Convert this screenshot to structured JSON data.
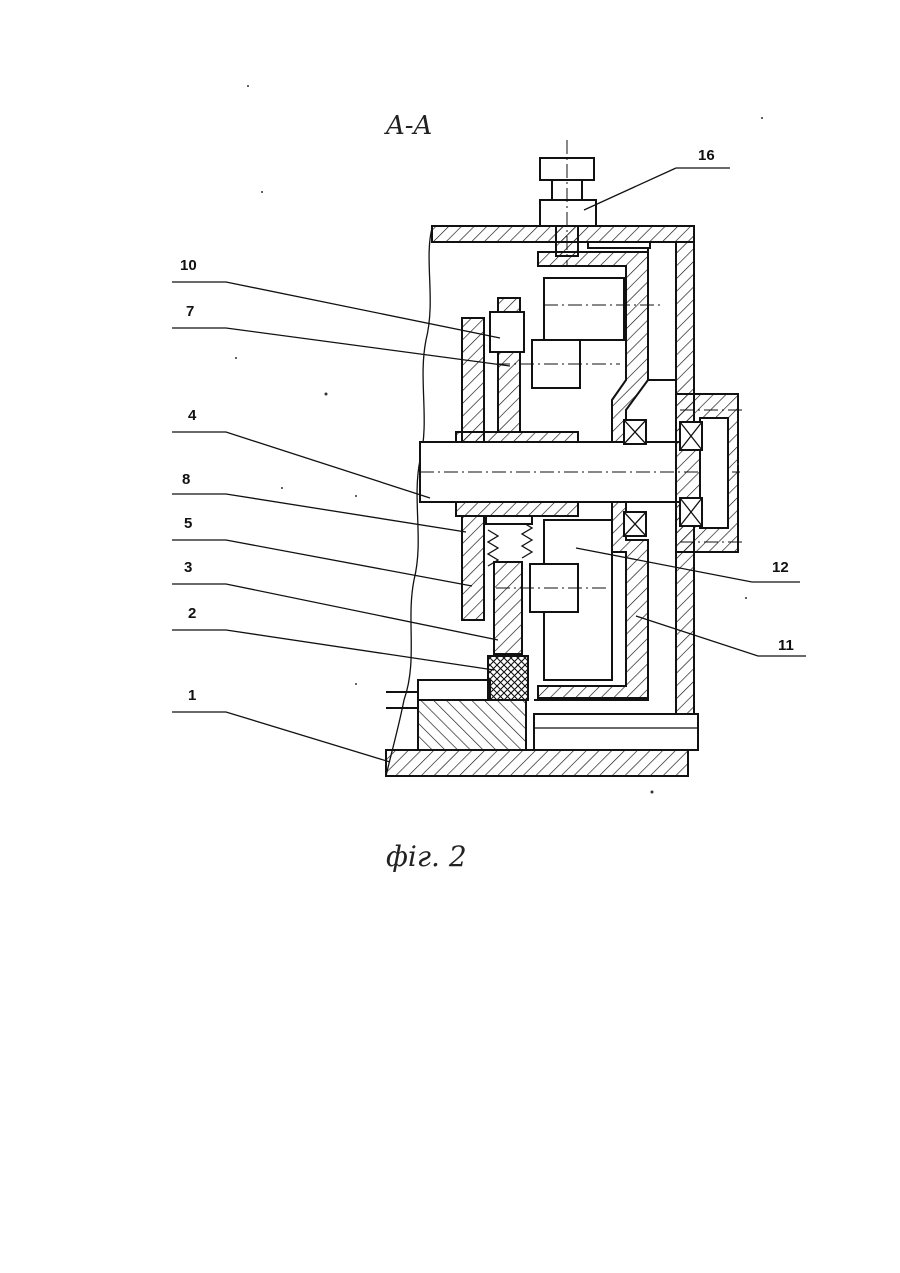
{
  "section_label": "A-A",
  "figure_caption": "фіг. 2",
  "callouts": [
    {
      "id": "16",
      "text": "16"
    },
    {
      "id": "10",
      "text": "10"
    },
    {
      "id": "7",
      "text": "7"
    },
    {
      "id": "4",
      "text": "4"
    },
    {
      "id": "8",
      "text": "8"
    },
    {
      "id": "5",
      "text": "5"
    },
    {
      "id": "3",
      "text": "3"
    },
    {
      "id": "2",
      "text": "2"
    },
    {
      "id": "1",
      "text": "1"
    },
    {
      "id": "12",
      "text": "12"
    },
    {
      "id": "11",
      "text": "11"
    }
  ],
  "colors": {
    "ink": "#111111",
    "paper": "#ffffff"
  }
}
